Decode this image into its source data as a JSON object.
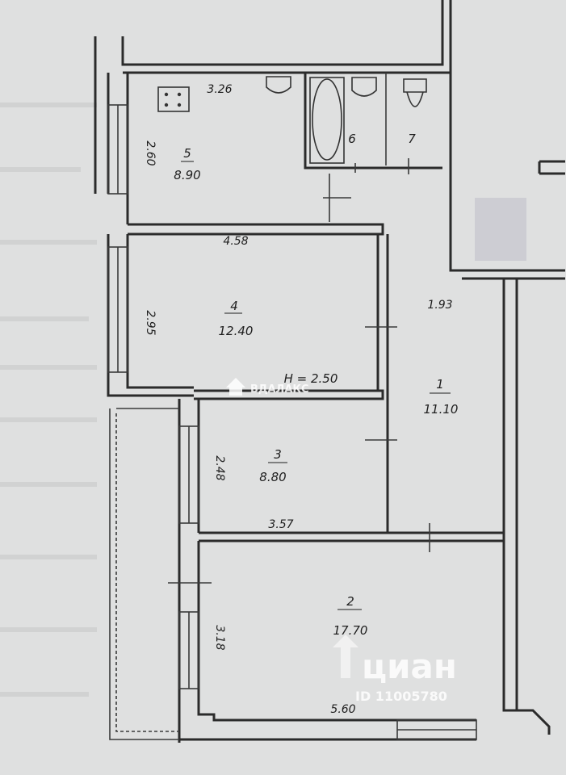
{
  "rooms": [
    {
      "number": "1",
      "area": "11.10"
    },
    {
      "number": "2",
      "area": "17.70"
    },
    {
      "number": "3",
      "area": "8.80"
    },
    {
      "number": "4",
      "area": "12.40"
    },
    {
      "number": "5",
      "area": "8.90"
    },
    {
      "number": "6",
      "area": ""
    },
    {
      "number": "7",
      "area": ""
    }
  ],
  "dimensions": {
    "kitchen_width": "3.26",
    "kitchen_depth": "2.60",
    "room4_width": "4.58",
    "room4_depth": "2.95",
    "room3_depth": "2.48",
    "room2_width": "3.57",
    "room2_depth": "3.18",
    "room2_bottom": "5.60",
    "hall_width": "1.93"
  },
  "ceiling_height": "H = 2.50",
  "watermarks": {
    "vdm": "ВДАЛАКС",
    "cian_brand": "циан",
    "cian_id": "ID 11005780"
  },
  "colors": {
    "paper": "#dfe0e0",
    "ink": "#2b2b2b",
    "redacted_box": "#cdcdd3"
  }
}
